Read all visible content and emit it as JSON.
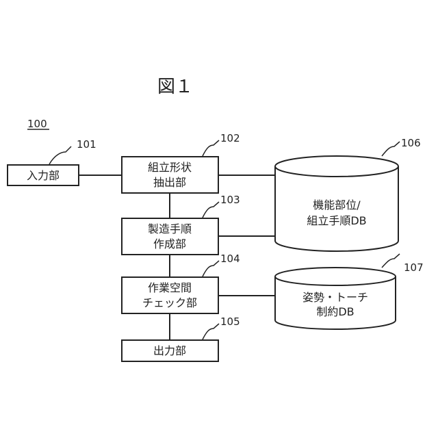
{
  "figure": {
    "title": "図１"
  },
  "system": {
    "ref": "100"
  },
  "blocks": {
    "input": {
      "ref": "101",
      "lines": [
        "入力部"
      ]
    },
    "extract": {
      "ref": "102",
      "lines": [
        "組立形状",
        "抽出部"
      ]
    },
    "procedure": {
      "ref": "103",
      "lines": [
        "製造手順",
        "作成部"
      ]
    },
    "workspace": {
      "ref": "104",
      "lines": [
        "作業空間",
        "チェック部"
      ]
    },
    "output": {
      "ref": "105",
      "lines": [
        "出力部"
      ]
    }
  },
  "databases": {
    "function_db": {
      "ref": "106",
      "lines": [
        "機能部位/",
        "組立手順DB"
      ]
    },
    "posture_db": {
      "ref": "107",
      "lines": [
        "姿勢・トーチ",
        "制約DB"
      ]
    }
  }
}
